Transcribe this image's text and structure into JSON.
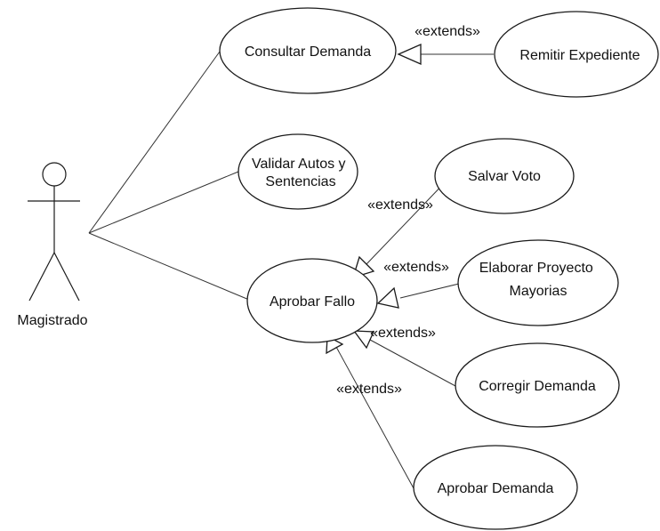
{
  "actor": {
    "name": "Magistrado"
  },
  "use_cases": {
    "consultar_demanda": "Consultar Demanda",
    "remitir_expediente": "Remitir Expediente",
    "validar_autos": [
      "Validar Autos y",
      "Sentencias"
    ],
    "salvar_voto": "Salvar Voto",
    "elaborar_proyecto": [
      "Elaborar Proyecto",
      "Mayorias"
    ],
    "aprobar_fallo": "Aprobar Fallo",
    "corregir_demanda": "Corregir Demanda",
    "aprobar_demanda": "Aprobar Demanda"
  },
  "relations": {
    "extends_label": "«extends»"
  }
}
